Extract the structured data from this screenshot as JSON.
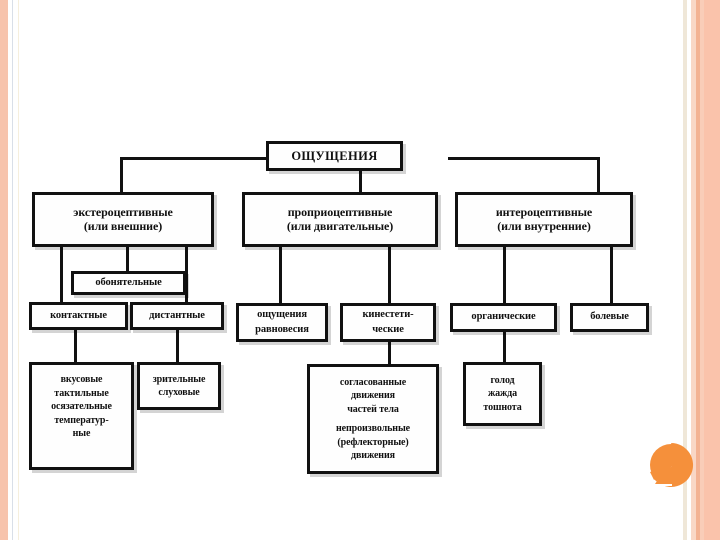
{
  "slide": {
    "background_color": "#ffffff",
    "accent_color": "#f5903b",
    "border_color": "#f7c3ac",
    "line_color": "#111111",
    "decoration_name": "orange-pacman-shape"
  },
  "diagram": {
    "type": "hierarchy-tree",
    "language": "ru",
    "root": {
      "id": "root",
      "label": "ОЩУЩЕНИЯ"
    },
    "nodes": [
      {
        "id": "extero",
        "lines": [
          "экстероцептивные",
          "(или внешние)"
        ],
        "level": 2
      },
      {
        "id": "proprio",
        "lines": [
          "проприоцептивные",
          "(или двигательные)"
        ],
        "level": 2
      },
      {
        "id": "intero",
        "lines": [
          "интероцептивные",
          "(или внутренние)"
        ],
        "level": 2
      },
      {
        "id": "olfactory",
        "lines": [
          "обонятельные"
        ],
        "level": 3
      },
      {
        "id": "contact",
        "lines": [
          "контактные"
        ],
        "level": 3
      },
      {
        "id": "distant",
        "lines": [
          "дистантные"
        ],
        "level": 3
      },
      {
        "id": "balance",
        "lines": [
          "ощущения",
          "равновесия"
        ],
        "level": 3
      },
      {
        "id": "kinesthetic",
        "lines": [
          "кинестети-",
          "ческие"
        ],
        "level": 3
      },
      {
        "id": "organic",
        "lines": [
          "органические"
        ],
        "level": 3
      },
      {
        "id": "pain",
        "lines": [
          "болевые"
        ],
        "level": 3
      },
      {
        "id": "contact-leaf",
        "lines": [
          "вкусовые",
          "тактильные",
          "осязательные",
          "температур-",
          "ные"
        ],
        "level": 4
      },
      {
        "id": "distant-leaf",
        "lines": [
          "зрительные",
          "слуховые"
        ],
        "level": 4
      },
      {
        "id": "kinesthetic-leaf",
        "lines": [
          "согласованные",
          "движения",
          "частей тела",
          "непроизвольные",
          "(рефлекторные)",
          "движения"
        ],
        "level": 4
      },
      {
        "id": "organic-leaf",
        "lines": [
          "голод",
          "жажда",
          "тошнота"
        ],
        "level": 4
      }
    ]
  }
}
